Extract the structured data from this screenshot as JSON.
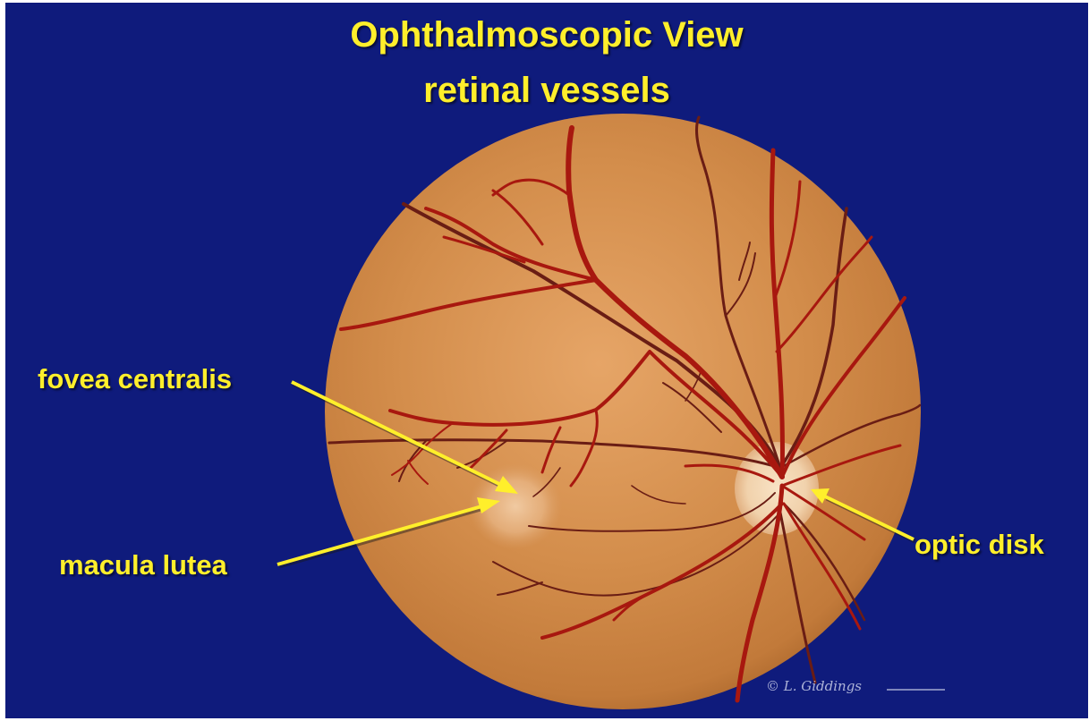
{
  "title": {
    "line1": "Ophthalmoscopic View",
    "line2": "retinal vessels"
  },
  "labels": {
    "fovea": "fovea centralis",
    "macula": "macula lutea",
    "optic_disk": "optic disk"
  },
  "signature": "© L. Giddings",
  "colors": {
    "background": "#0f1b7c",
    "label_text": "#ffef2b",
    "fundus": "#d08a48",
    "optic_disk": "#f3d7b0",
    "artery": "#a8180f",
    "vein": "#6a1d14"
  }
}
